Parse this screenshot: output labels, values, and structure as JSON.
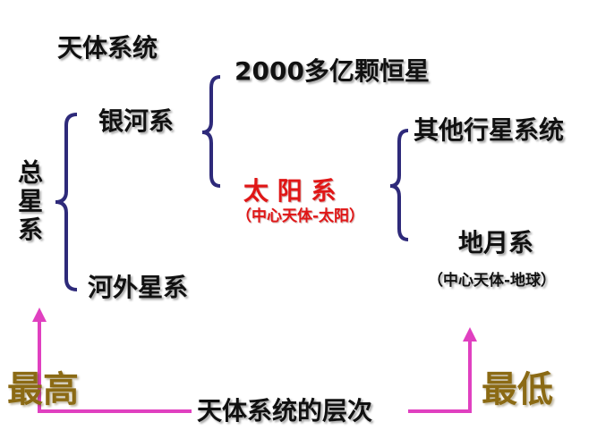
{
  "title": "天体系统",
  "levels": {
    "top": {
      "label": "总星系"
    },
    "galaxy": {
      "label": "银河系"
    },
    "extragalactic": {
      "label": "河外星系"
    },
    "stars": {
      "label": "2000多亿颗恒星"
    },
    "solar": {
      "label": "太 阳 系",
      "note": "（中心天体-太阳）"
    },
    "other_planets": {
      "label": "其他行星系统"
    },
    "earth_moon": {
      "label": "地月系",
      "note": "（中心天体-地球）"
    }
  },
  "axis": {
    "caption": "天体系统的层次",
    "high_label": "最高",
    "low_label": "最低"
  },
  "colors": {
    "text": "#111111",
    "highlight": "#e01616",
    "brace": "#2e2a7a",
    "arrow": "#e040c0",
    "rank": "#8b6a14"
  }
}
